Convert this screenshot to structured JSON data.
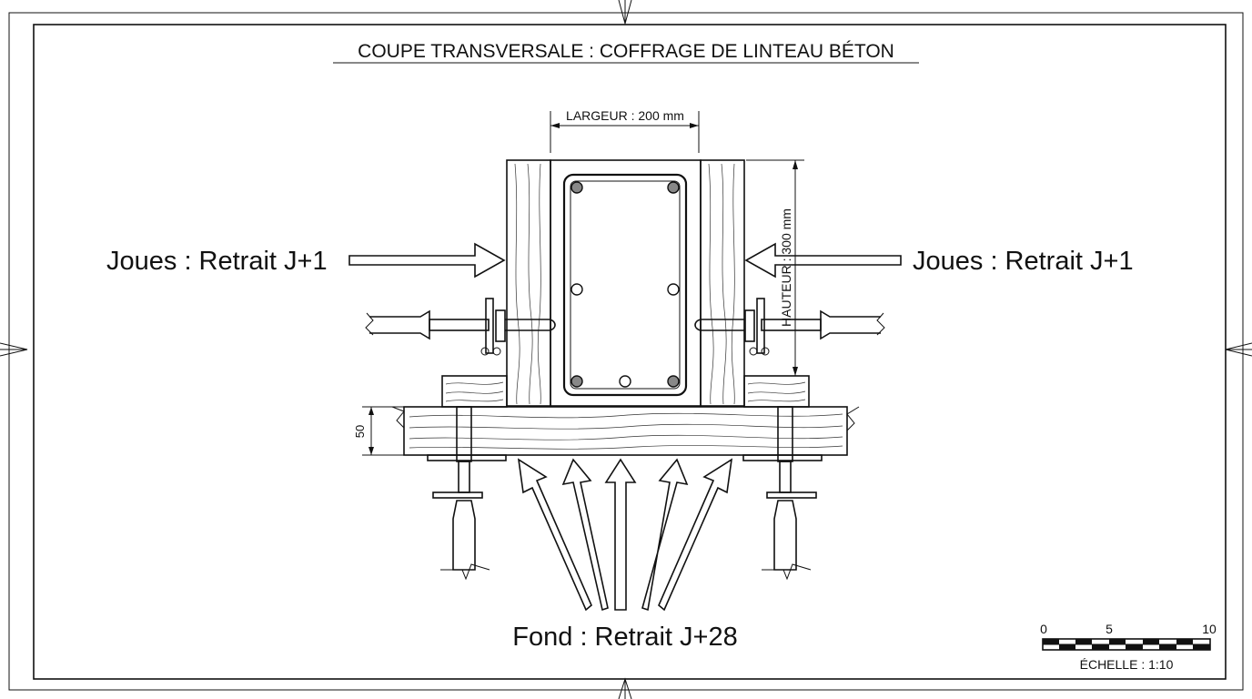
{
  "title": "COUPE TRANSVERSALE : COFFRAGE DE LINTEAU BÉTON",
  "dimensions": {
    "width": "LARGEUR : 200 mm",
    "height": "HAUTEUR : 300 mm",
    "bottom_thickness": "50"
  },
  "labels": {
    "cheeks_left": "Joues : Retrait J+1",
    "cheeks_right": "Joues : Retrait J+1",
    "bottom": "Fond : Retrait J+28"
  },
  "scale": {
    "ticks": [
      "0",
      "5",
      "10"
    ],
    "label": "ÉCHELLE : 1:10"
  }
}
